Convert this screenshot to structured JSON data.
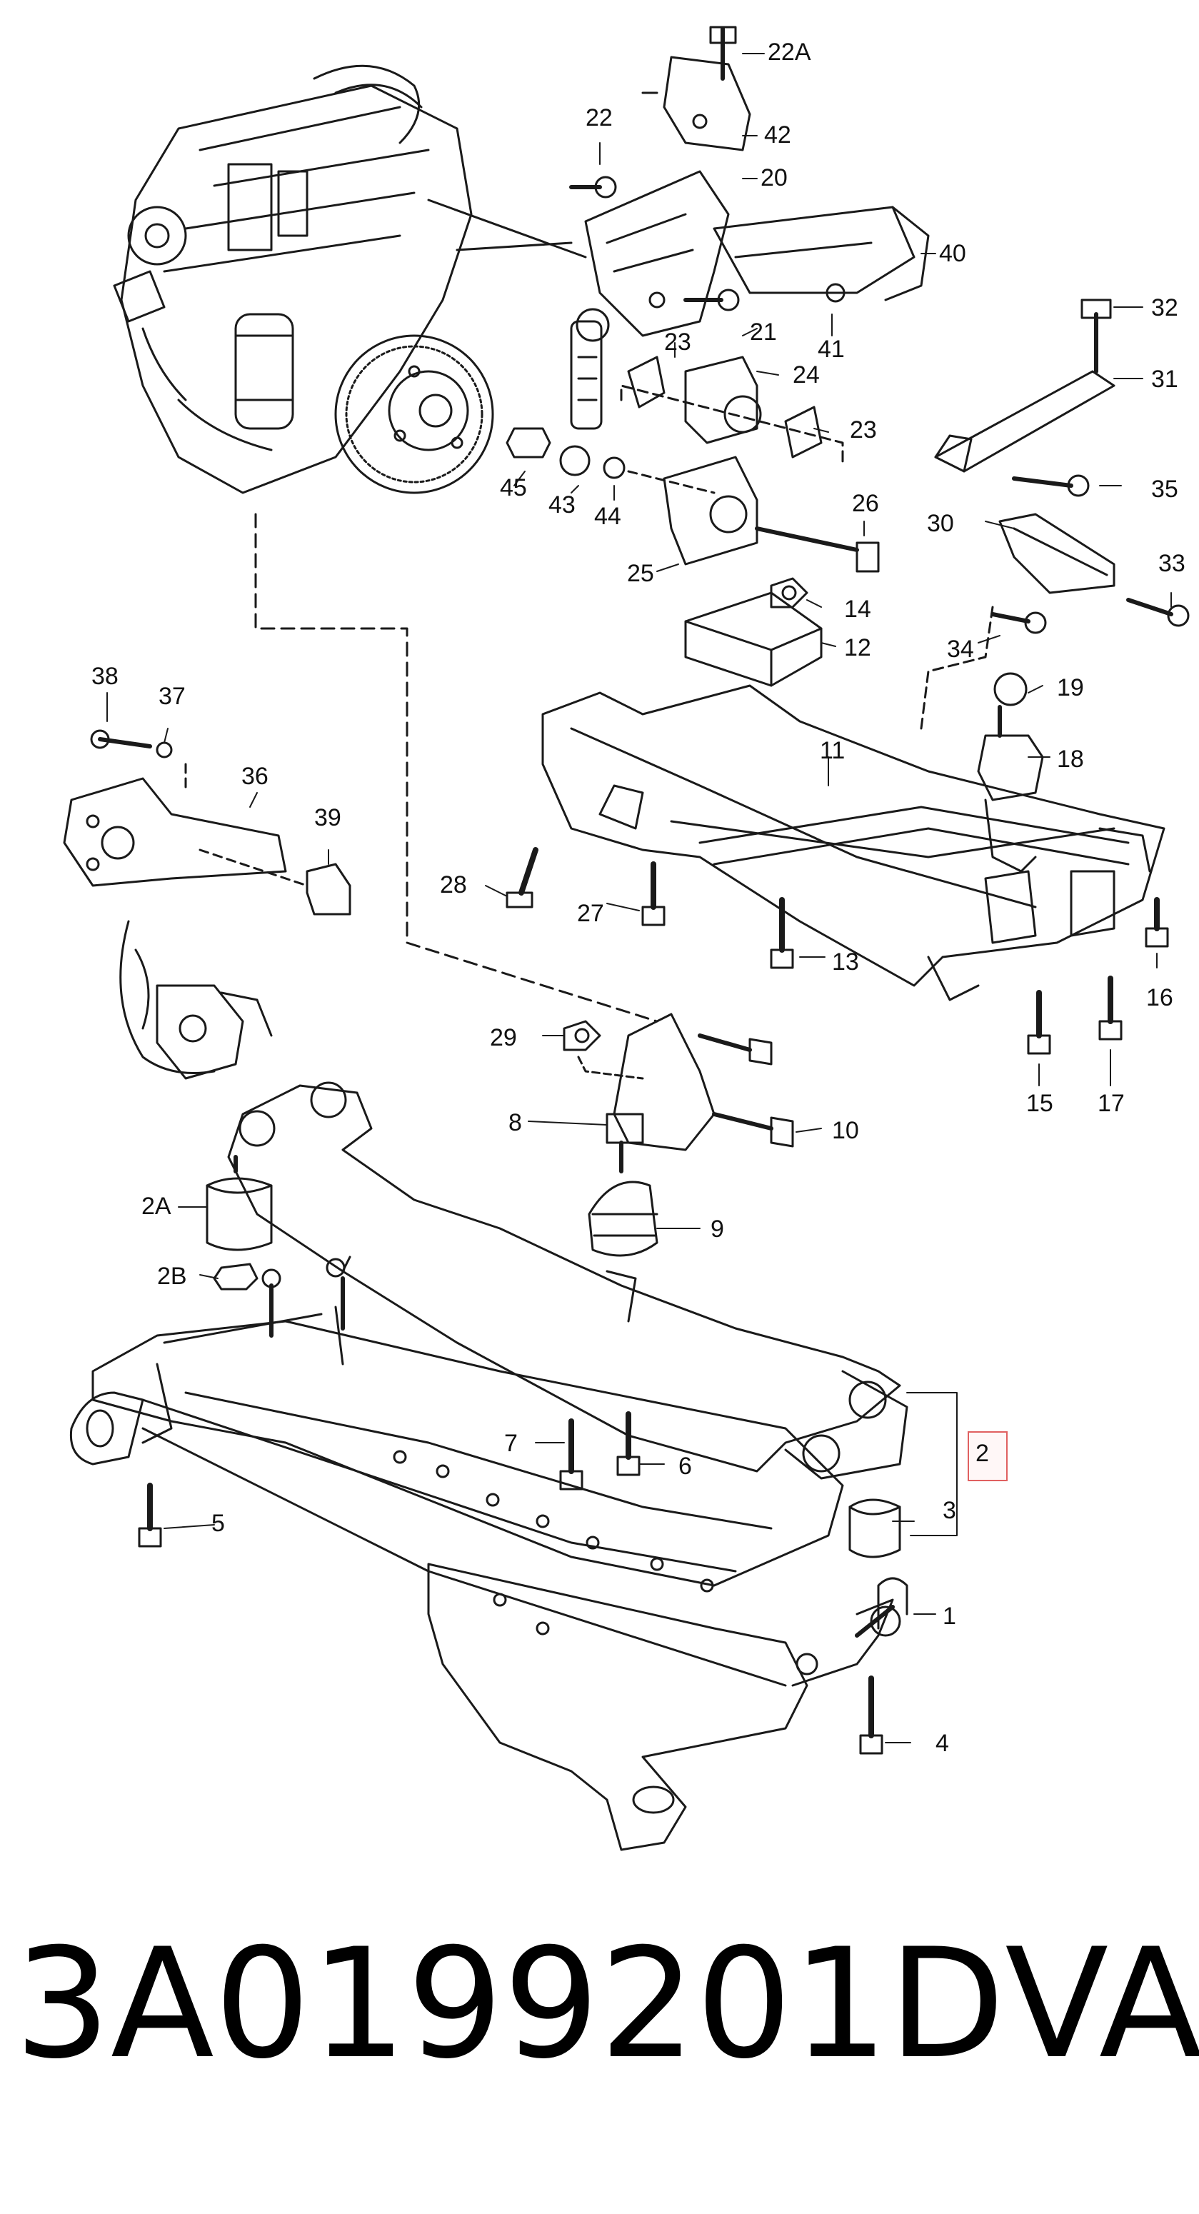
{
  "callouts": [
    "22A",
    "22",
    "42",
    "20",
    "40",
    "41",
    "21",
    "24",
    "23",
    "23",
    "45",
    "43",
    "44",
    "26",
    "25",
    "14",
    "12",
    "32",
    "31",
    "35",
    "30",
    "33",
    "34",
    "19",
    "18",
    "11",
    "38",
    "37",
    "36",
    "39",
    "28",
    "27",
    "13",
    "16",
    "15",
    "17",
    "29",
    "10",
    "8",
    "9",
    "2A",
    "2B",
    "7",
    "6",
    "5",
    "3",
    "2",
    "1",
    "4"
  ],
  "caption": {
    "part_number": "3A0199201D",
    "brand": "VAG"
  },
  "colors": {
    "line": "#1a1a1a",
    "highlight": "#e06060"
  }
}
